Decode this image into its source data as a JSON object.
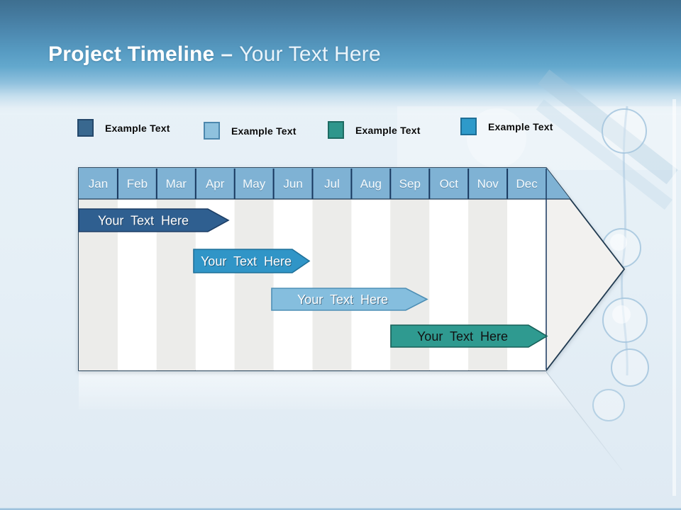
{
  "title": {
    "bold": "Project Timeline",
    "dash": "–",
    "rest": "Your Text Here"
  },
  "legend": {
    "items": [
      {
        "label": "Example Text",
        "color": "#39688F"
      },
      {
        "label": "Example Text",
        "color": "#8FC2DE"
      },
      {
        "label": "Example Text",
        "color": "#2F968C"
      },
      {
        "label": "Example Text",
        "color": "#2E9ACA"
      }
    ]
  },
  "timeline": {
    "months": [
      "Jan",
      "Feb",
      "Mar",
      "Apr",
      "May",
      "Jun",
      "Jul",
      "Aug",
      "Sep",
      "Oct",
      "Nov",
      "Dec"
    ],
    "band_color": "#7FB2D4",
    "bars": [
      {
        "label": "Your Text Here",
        "color": "#2F5F90",
        "start_month": "Jan",
        "end_month": "Apr"
      },
      {
        "label": "Your Text Here",
        "color": "#3095C7",
        "start_month": "Apr",
        "end_month": "Jun"
      },
      {
        "label": "Your Text Here",
        "color": "#85BEDE",
        "start_month": "May",
        "end_month": "Sep"
      },
      {
        "label": "Your Text Here",
        "color": "#2F9A90",
        "start_month": "Sep",
        "end_month": "Dec"
      }
    ]
  },
  "colors": {
    "header_top": "#3E6F90",
    "header_mid": "#63A8CD",
    "content_bg": "#E9F2F8",
    "outline": "#203A50",
    "stripe_gray": "#ECECEA"
  }
}
